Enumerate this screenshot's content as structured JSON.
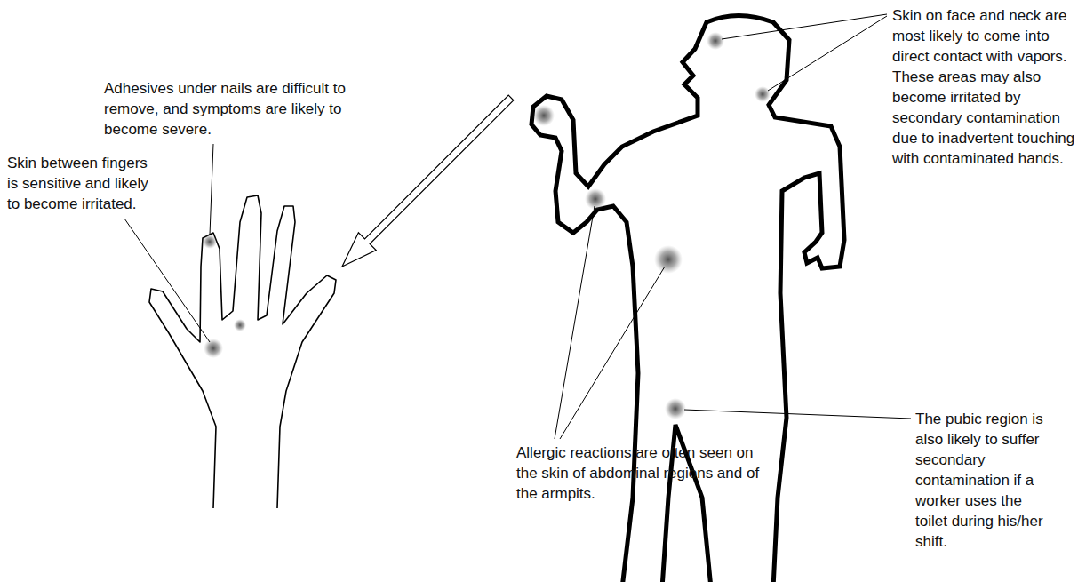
{
  "diagram": {
    "labels": [
      "Adhesives under nails are difficult to remove, and symptoms are likely to become severe.",
      "Skin between fingers is sensitive and likely to become irritated.",
      "Skin on face and neck are most likely to come into direct contact with vapors. These areas may also become irritated by secondary contamination due to inadvertent touching with contaminated hands.",
      "Allergic reactions are often seen on the skin of abdominal regions and of the armpits.",
      "The pubic region is also likely to suffer secondary contamination if a worker uses the toilet during his/her shift."
    ]
  }
}
